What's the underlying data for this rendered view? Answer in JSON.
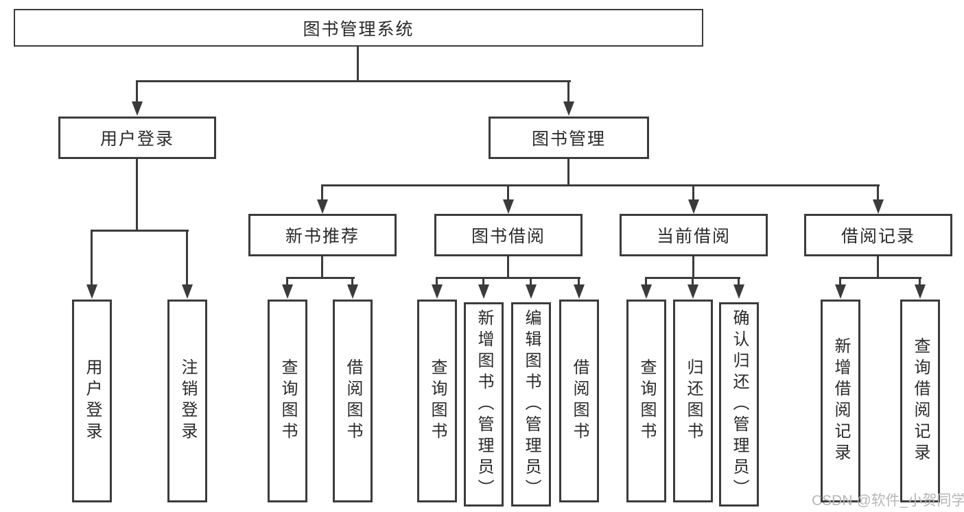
{
  "colors": {
    "line": "#3b3b3b",
    "border": "#3b3b3b",
    "text": "#2a2a2a",
    "background": "#ffffff",
    "watermark": "#b6b6b6"
  },
  "root": {
    "label": "图书管理系统"
  },
  "level2": {
    "user_login": {
      "label": "用户登录"
    },
    "book_mgmt": {
      "label": "图书管理"
    }
  },
  "level3": {
    "new_books": {
      "label": "新书推荐"
    },
    "book_borrow": {
      "label": "图书借阅"
    },
    "current_borrow": {
      "label": "当前借阅"
    },
    "borrow_records": {
      "label": "借阅记录"
    }
  },
  "leaves": {
    "user_login": {
      "label": "用户登录"
    },
    "logout": {
      "label": "注销登录"
    },
    "nb_query": {
      "label": "查询图书"
    },
    "nb_borrow": {
      "label": "借阅图书"
    },
    "bw_query": {
      "label": "查询图书"
    },
    "bw_add": {
      "label": "新增图书（管理员）"
    },
    "bw_edit": {
      "label": "编辑图书（管理员）"
    },
    "bw_borrow": {
      "label": "借阅图书"
    },
    "cu_query": {
      "label": "查询图书"
    },
    "cu_return": {
      "label": "归还图书"
    },
    "cu_confirm": {
      "label": "确认归还（管理员）"
    },
    "rc_add": {
      "label": "新增借阅记录"
    },
    "rc_query": {
      "label": "查询借阅记录"
    }
  },
  "watermark": {
    "text": "CSDN @软件_小贺同学"
  }
}
